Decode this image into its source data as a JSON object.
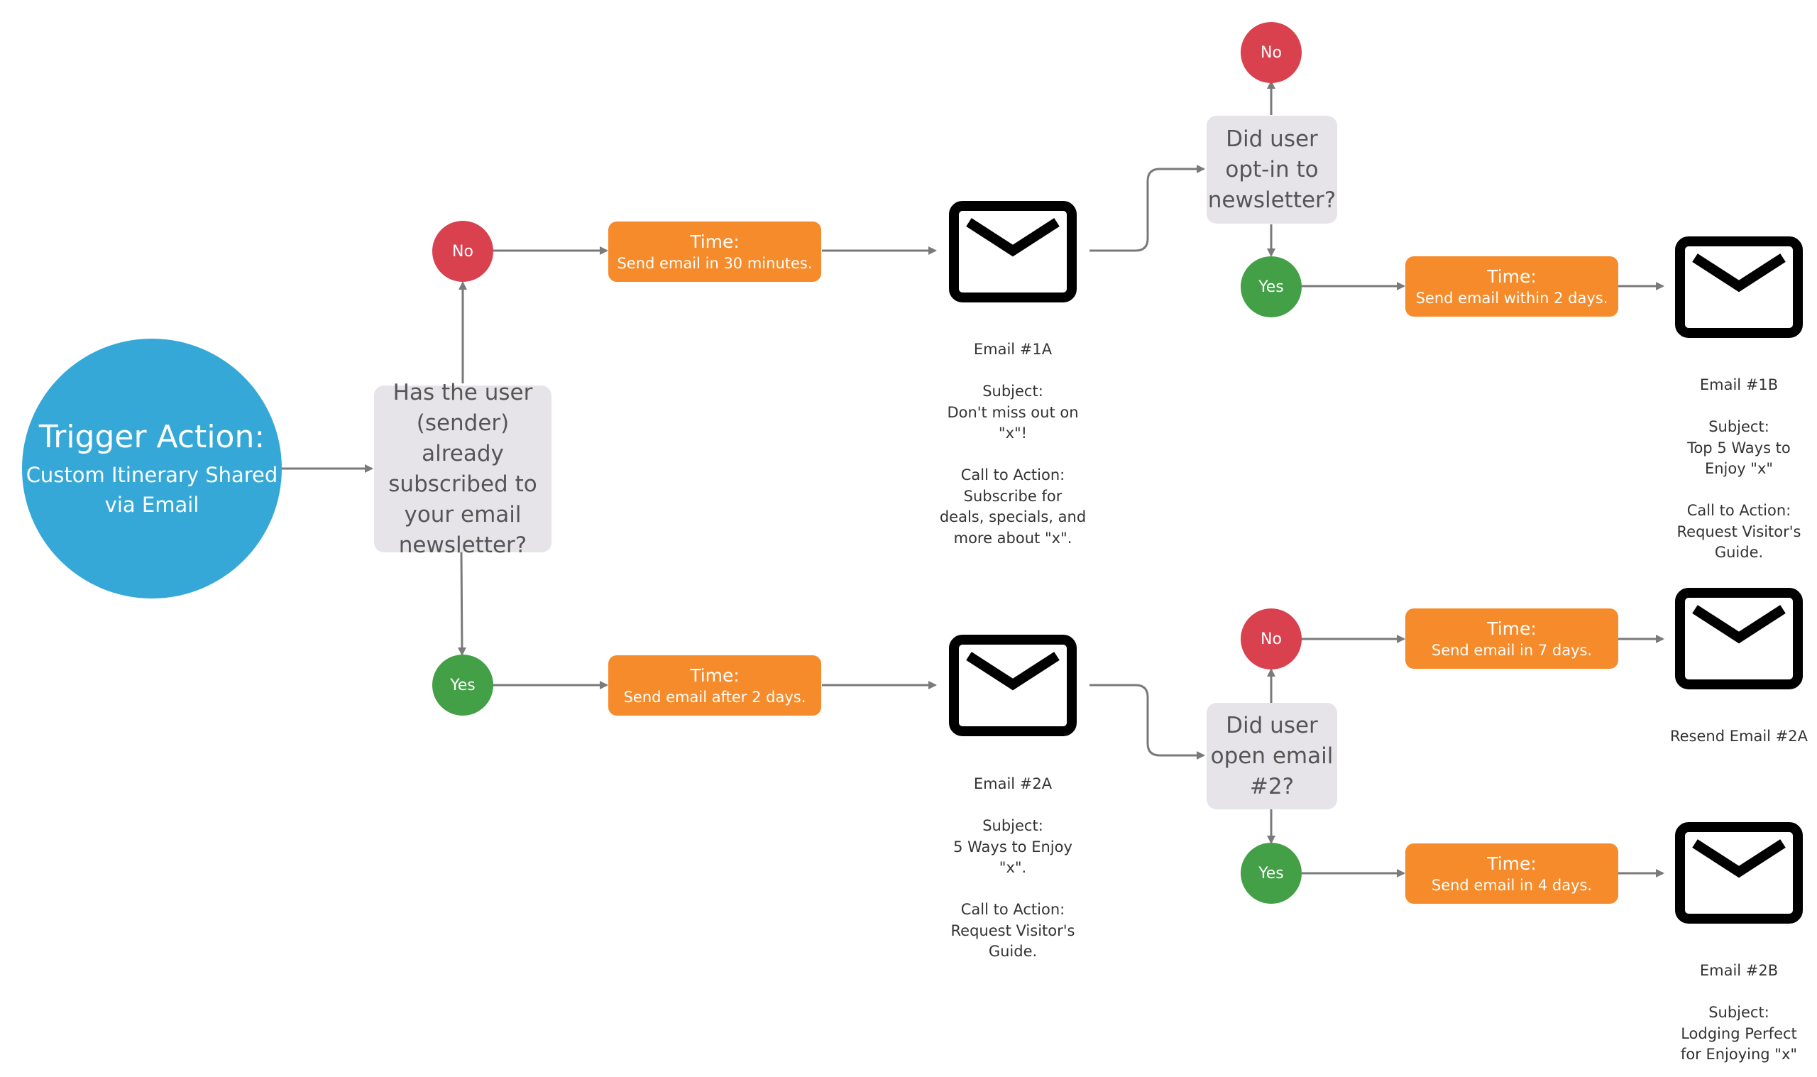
{
  "trigger": {
    "title": "Trigger Action:",
    "subtitle_line1": "Custom Itinerary Shared",
    "subtitle_line2": "via Email"
  },
  "decision_subscribed": {
    "lines": [
      "Has the user",
      "(sender) already",
      "subscribed to",
      "your email",
      "newsletter?"
    ]
  },
  "decision_optin": {
    "lines": [
      "Did user",
      "opt-in to",
      "newsletter?"
    ]
  },
  "decision_opened": {
    "lines": [
      "Did user",
      "open email",
      "#2?"
    ]
  },
  "labels": {
    "no": "No",
    "yes": "Yes"
  },
  "timers": {
    "t30min": {
      "title": "Time:",
      "detail": "Send email in 30 minutes."
    },
    "t2days_after": {
      "title": "Time:",
      "detail": "Send email after 2 days."
    },
    "t2days_within": {
      "title": "Time:",
      "detail": "Send email within 2 days."
    },
    "t7days": {
      "title": "Time:",
      "detail": "Send email in 7 days."
    },
    "t4days": {
      "title": "Time:",
      "detail": "Send email in 4 days."
    }
  },
  "emails": {
    "email_1a": {
      "lines": [
        "Email #1A",
        "",
        "Subject:",
        "Don't miss out on",
        "\"x\"!",
        "",
        "Call to Action:",
        "Subscribe for",
        "deals, specials, and",
        "more about \"x\"."
      ]
    },
    "email_2a": {
      "lines": [
        "Email #2A",
        "",
        "Subject:",
        "5 Ways to Enjoy",
        "\"x\".",
        "",
        "Call to Action:",
        "Request Visitor's",
        "Guide."
      ]
    },
    "email_1b": {
      "lines": [
        "Email #1B",
        "",
        "Subject:",
        "Top 5 Ways to",
        "Enjoy \"x\"",
        "",
        "Call to Action:",
        "Request Visitor's",
        "Guide."
      ]
    },
    "resend_2a": {
      "lines": [
        "Resend Email #2A"
      ]
    },
    "email_2b": {
      "lines": [
        "Email #2B",
        "",
        "Subject:",
        "Lodging Perfect",
        "for Enjoying \"x\""
      ]
    }
  },
  "colors": {
    "no": "#d9414e",
    "yes": "#43a047",
    "timer": "#f68b2c",
    "trigger": "#36a8d8",
    "decision": "#e6e4e8",
    "connector": "#7a7a7a"
  },
  "icons": {
    "email": "envelope-icon"
  }
}
